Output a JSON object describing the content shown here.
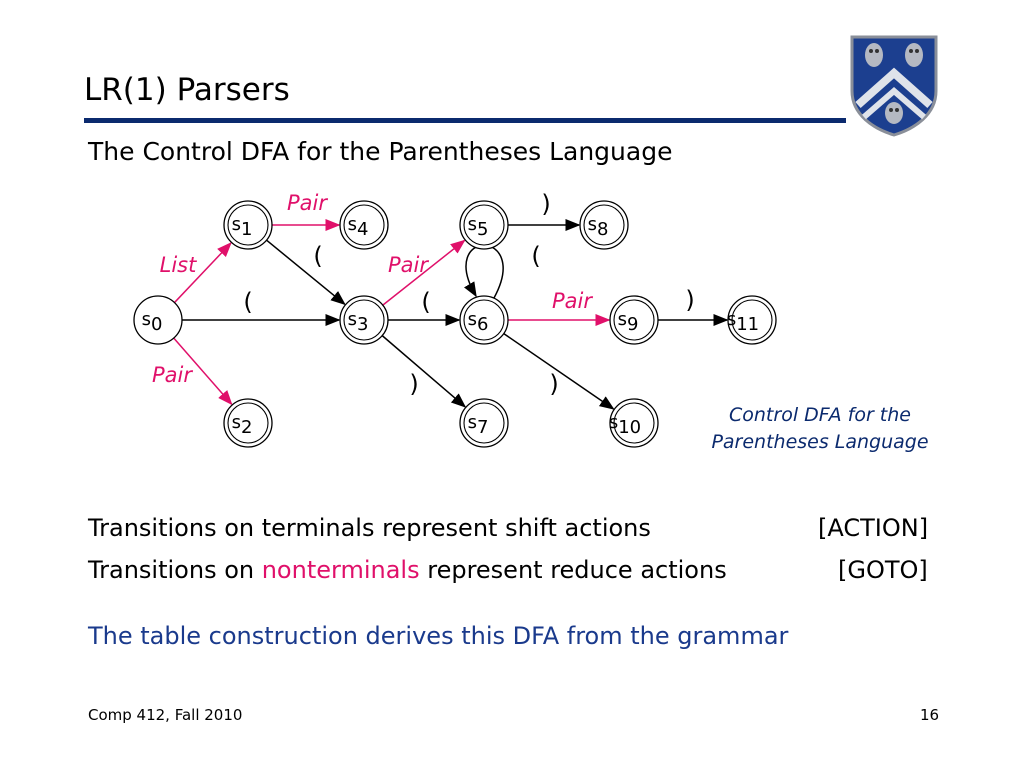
{
  "slide": {
    "title": "LR(1) Parsers",
    "subtitle_prefix": "The Control ",
    "subtitle_dfa": "DFA",
    "subtitle_suffix": " for the Parentheses Language"
  },
  "colors": {
    "title_rule": "#0b2a6e",
    "nonterminal": "#e0106a",
    "caption": "#0b2a6e",
    "emphasis": "#1a3a8c"
  },
  "diagram": {
    "states": [
      {
        "id": "s0",
        "label": "s",
        "sub": "0"
      },
      {
        "id": "s1",
        "label": "s",
        "sub": "1"
      },
      {
        "id": "s2",
        "label": "s",
        "sub": "2"
      },
      {
        "id": "s3",
        "label": "s",
        "sub": "3"
      },
      {
        "id": "s4",
        "label": "s",
        "sub": "4"
      },
      {
        "id": "s5",
        "label": "s",
        "sub": "5"
      },
      {
        "id": "s6",
        "label": "s",
        "sub": "6"
      },
      {
        "id": "s7",
        "label": "s",
        "sub": "7"
      },
      {
        "id": "s8",
        "label": "s",
        "sub": "8"
      },
      {
        "id": "s9",
        "label": "s",
        "sub": "9"
      },
      {
        "id": "s10",
        "label": "s",
        "sub": "10"
      },
      {
        "id": "s11",
        "label": "s",
        "sub": "11"
      }
    ],
    "edges": [
      {
        "from": "s0",
        "to": "s1",
        "label": "List",
        "kind": "nonterminal"
      },
      {
        "from": "s0",
        "to": "s2",
        "label": "Pair",
        "kind": "nonterminal"
      },
      {
        "from": "s0",
        "to": "s3",
        "label": "(",
        "kind": "terminal"
      },
      {
        "from": "s1",
        "to": "s4",
        "label": "Pair",
        "kind": "nonterminal"
      },
      {
        "from": "s1",
        "to": "s3",
        "label": "(",
        "kind": "terminal"
      },
      {
        "from": "s3",
        "to": "s5",
        "label": "Pair",
        "kind": "nonterminal"
      },
      {
        "from": "s3",
        "to": "s6",
        "label": "(",
        "kind": "terminal"
      },
      {
        "from": "s3",
        "to": "s7",
        "label": ")",
        "kind": "terminal"
      },
      {
        "from": "s5",
        "to": "s8",
        "label": ")",
        "kind": "terminal"
      },
      {
        "from": "s6",
        "to": "s6",
        "label": "(",
        "kind": "terminal"
      },
      {
        "from": "s6",
        "to": "s9",
        "label": "Pair",
        "kind": "nonterminal"
      },
      {
        "from": "s6",
        "to": "s10",
        "label": ")",
        "kind": "terminal"
      },
      {
        "from": "s9",
        "to": "s11",
        "label": ")",
        "kind": "terminal"
      }
    ],
    "caption_prefix": "Control ",
    "caption_dfa": "DFA",
    "caption_suffix_line1": " for  the",
    "caption_line2": "Parentheses Language"
  },
  "body": {
    "line1_text": "Transitions on terminals represent shift actions",
    "line1_tag_open": "[",
    "line1_tag": "ACTION",
    "line1_tag_close": "]",
    "line2_prefix": "Transitions on ",
    "line2_highlight": "nonterminals",
    "line2_suffix": " represent reduce actions",
    "line2_tag_open": "[",
    "line2_tag": "GOTO",
    "line2_tag_close": "]",
    "line3_prefix": "The table construction derives this ",
    "line3_dfa": "DFA",
    "line3_suffix": " from the grammar"
  },
  "footer": {
    "course": "Comp 412, Fall 2010",
    "page": "16"
  },
  "logo": {
    "icon": "university-shield-owls-icon"
  }
}
